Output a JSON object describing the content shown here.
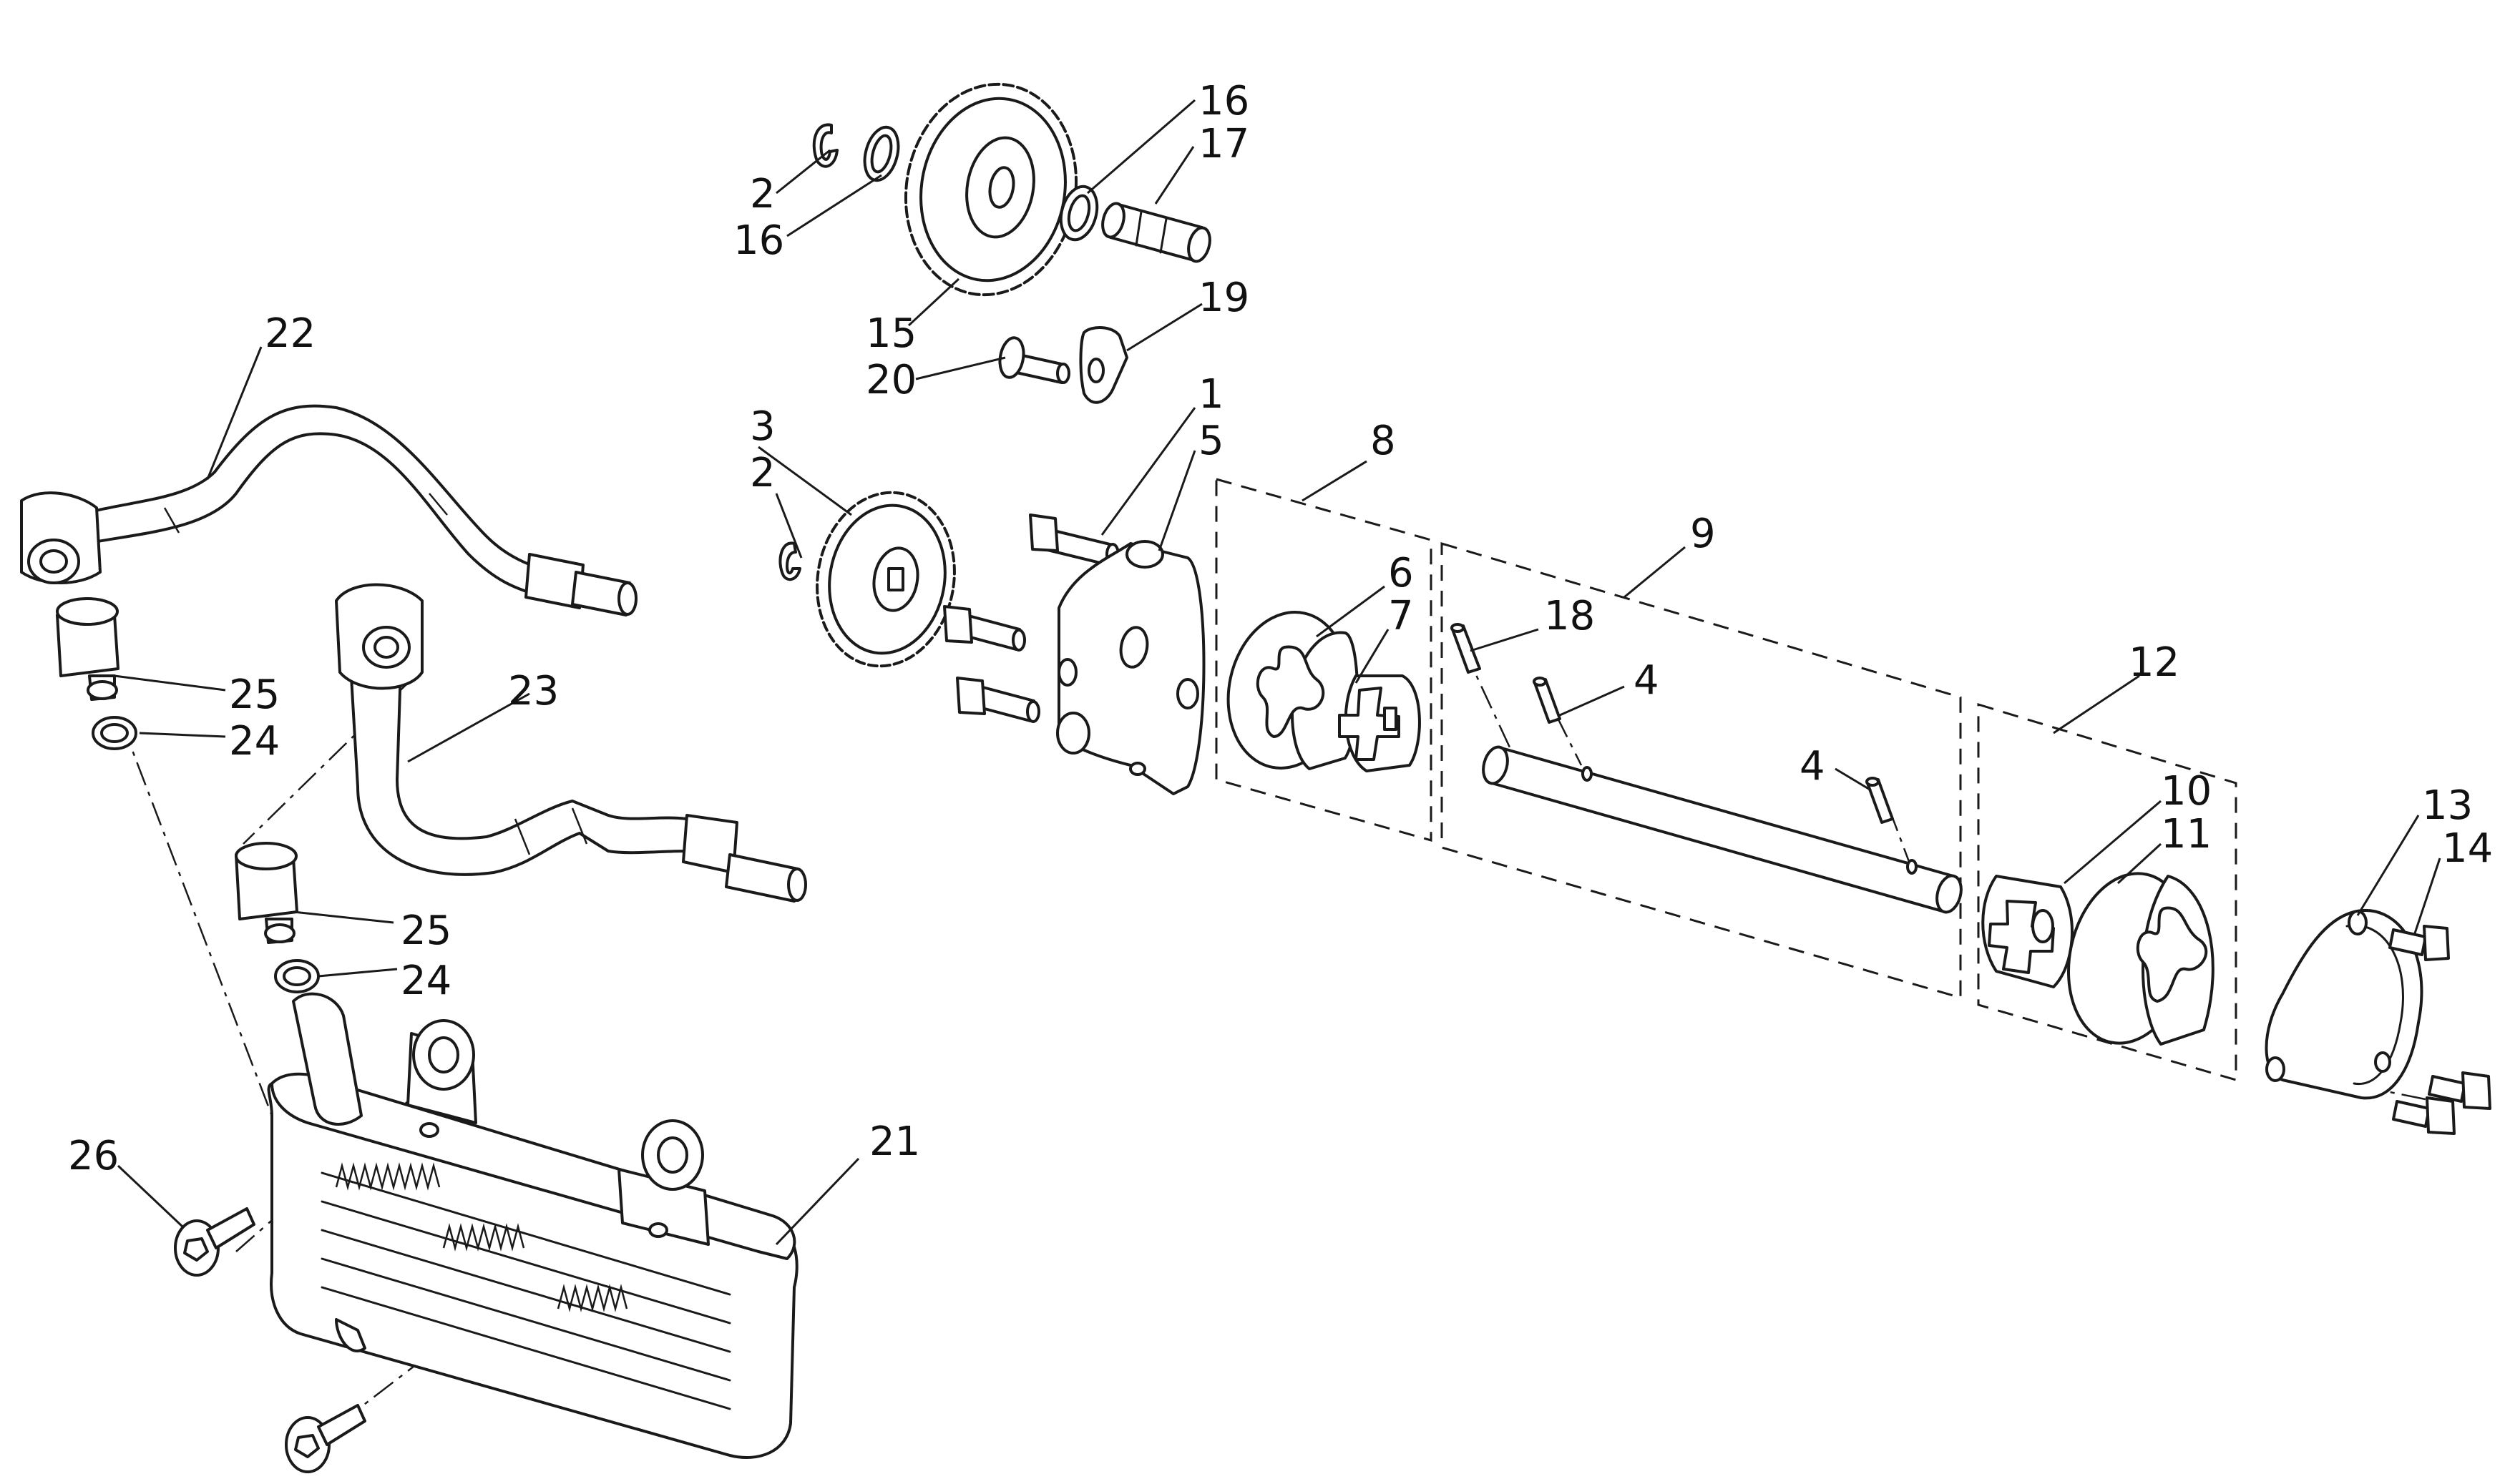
{
  "callouts": {
    "c1": "1",
    "c2a": "2",
    "c2b": "2",
    "c3": "3",
    "c4a": "4",
    "c4b": "4",
    "c5": "5",
    "c6": "6",
    "c7": "7",
    "c8": "8",
    "c9": "9",
    "c10": "10",
    "c11": "11",
    "c12": "12",
    "c13": "13",
    "c14": "14",
    "c15": "15",
    "c16a": "16",
    "c16b": "16",
    "c17": "17",
    "c18": "18",
    "c19": "19",
    "c20": "20",
    "c21": "21",
    "c22": "22",
    "c23": "23",
    "c24a": "24",
    "c24b": "24",
    "c25a": "25",
    "c25b": "25",
    "c26": "26"
  },
  "colors": {
    "line": "#1a1a1a",
    "background": "#ffffff"
  }
}
